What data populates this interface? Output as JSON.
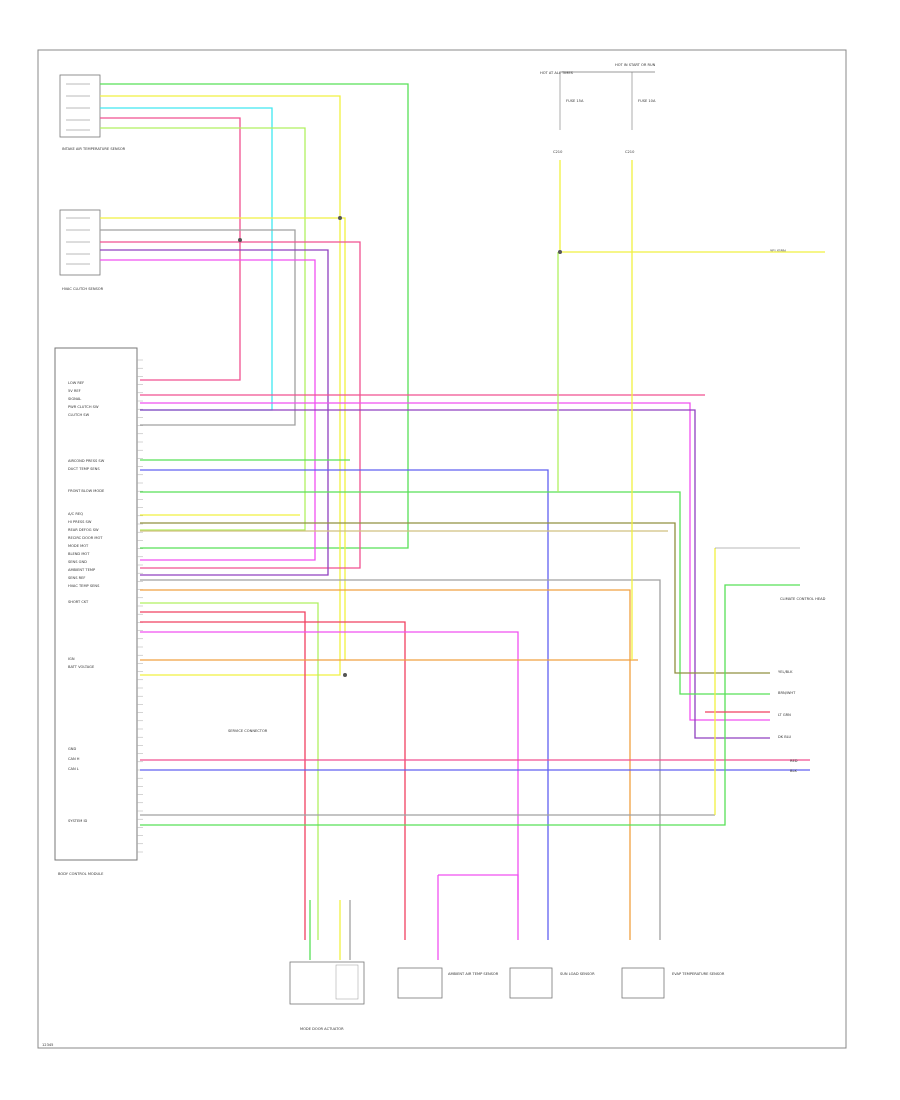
{
  "diagram_code": "12345",
  "fuse_block": {
    "power_labels": [
      "HOT AT ALL TIMES",
      "HOT IN START OR RUN"
    ],
    "fuse_labels": [
      "FUSE 15A",
      "FUSE 10A"
    ],
    "splice_labels": [
      "C210",
      "C210"
    ],
    "bus_label": "YEL/GRN"
  },
  "ecu": {
    "name": "BODY CONTROL MODULE",
    "pin_labels": [
      "LOW REF",
      "5V REF",
      "SIGNAL",
      "PWR CLUTCH SW",
      "CLUTCH SW",
      "AIRCOND PRESS SW",
      "DUCT TEMP SENS",
      "FRONT BLOW MODE",
      "A/C REQ",
      "HI PRESS SW",
      "REAR DEFOG SW",
      "RECIRC DOOR MOT",
      "MODE MOT",
      "BLEND MOT",
      "SENS GND",
      "AMBIENT TEMP",
      "SENS REF",
      "HVAC TEMP SENS",
      "SHORT CKT",
      "IGN",
      "BATT VOLTAGE",
      "GND",
      "CAN H",
      "CAN L",
      "SYSTEM ID"
    ]
  },
  "components": {
    "top_sensor": "INTAKE AIR TEMPERATURE SENSOR",
    "mid_sensor": "HVAC CLUTCH SENSOR",
    "bottom_actuator": "MODE DOOR ACTUATOR",
    "sensor_a": "AMBIENT AIR TEMP SENSOR",
    "sensor_b": "SUN LOAD SENSOR",
    "sensor_c": "EVAP TEMPERATURE SENSOR",
    "right_device": "CLIMATE CONTROL HEAD",
    "inline_conn": "SERVICE CONNECTOR"
  },
  "wire_colors": {
    "green": "#58e058",
    "yellow": "#f0f040",
    "cyan": "#40e8f0",
    "pink": "#f05090",
    "magenta": "#f050f0",
    "blue": "#6060f0",
    "violet": "#9040c0",
    "orange": "#f0a040",
    "tan": "#d0c080",
    "olive": "#909040",
    "grey": "#a0a0a0",
    "lime": "#b0f060",
    "red": "#f04060"
  },
  "right_terminals": [
    "YEL/BLK",
    "BRN/WHT",
    "LT GRN",
    "DK BLU",
    "RED",
    "BLK"
  ]
}
